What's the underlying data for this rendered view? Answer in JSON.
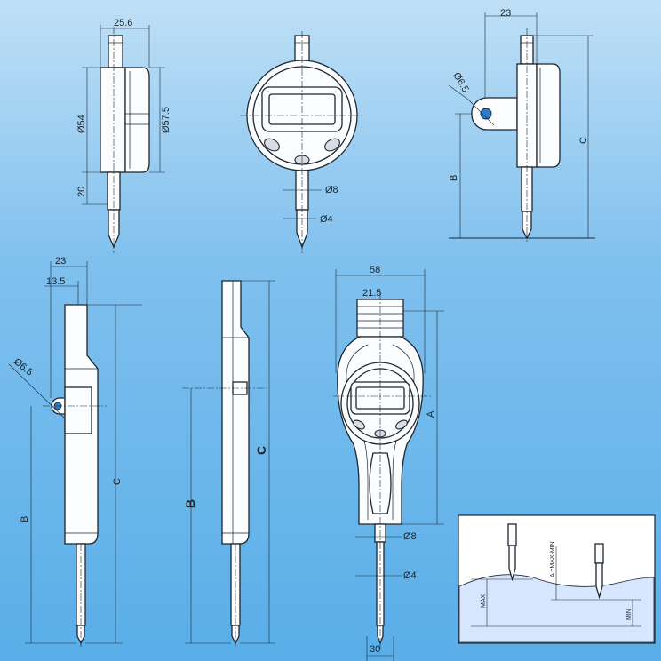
{
  "view1": {
    "width_top": "25.6",
    "dia_body": "Ø54",
    "dia_outer": "Ø57.5",
    "bottom": "20"
  },
  "view2": {
    "dia_stem": "Ø8",
    "dia_tip": "Ø4"
  },
  "view3": {
    "width_top": "23",
    "lug_dia": "Ø6.5",
    "height_b": "B",
    "height_c": "C"
  },
  "view4": {
    "width_outer": "23",
    "width_inner": "13.5",
    "lug_dia": "Ø6.5",
    "height_c": "C",
    "height_b": "B"
  },
  "view5": {
    "height_b": "B",
    "height_c": "C"
  },
  "view6": {
    "width_outer": "58",
    "width_inner": "21.5",
    "height_a": "A",
    "dia_stem": "Ø8",
    "dia_tip": "Ø4",
    "bottom_width": "30"
  },
  "inset": {
    "delta_label": "Δ =MAX-MIN",
    "max_label": "MAX",
    "min_label": "MIN"
  },
  "colors": {
    "background": "#7fc0ee",
    "line": "#1e2630",
    "part": "#fbfdff"
  }
}
